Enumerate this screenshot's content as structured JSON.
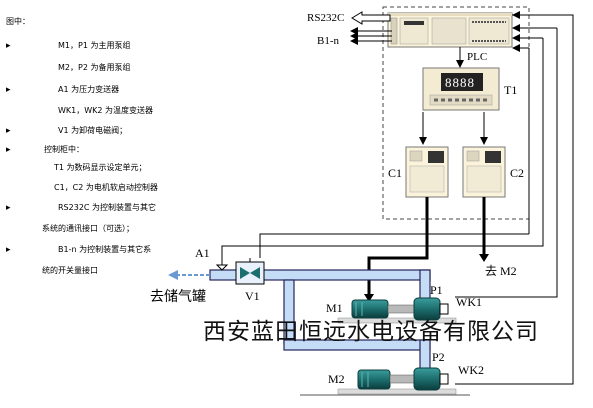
{
  "legend": {
    "header": "图中：",
    "items": [
      "M1，P1 为主用泵组",
      "M2，P2 为备用泵组",
      "A1 为压力变送器",
      "WK1，WK2 为温度变送器",
      "V1 为卸荷电磁阀；",
      "控制柜中：",
      "T1 为数码显示设定单元；",
      "C1，C2 为电机软启动控制器",
      "RS232C 为控制装置与其它",
      "系统的通讯接口（可选）；",
      "B1-n 为控制装置与其它系",
      "统的开关量接口"
    ]
  },
  "labels": {
    "rs232c": "RS232C",
    "b1n": "B1-n",
    "plc": "PLC",
    "t1": "T1",
    "c1": "C1",
    "c2": "C2",
    "to_m2": "去 M2",
    "a1": "A1",
    "v1": "V1",
    "to_tank": "去储气罐",
    "m1": "M1",
    "p1": "P1",
    "wk1": "WK1",
    "p2": "P2",
    "m2": "M2",
    "wk2": "WK2",
    "display_digits": "8888"
  },
  "watermark": "西安蓝田恒远水电设备有限公司",
  "colors": {
    "pipe_blue": "#c4dcf6",
    "pipe_edge": "#24245a",
    "motor_teal": "#1d6e6e",
    "panel_dashed": "#444444",
    "device_beige": "#fbf3da"
  }
}
